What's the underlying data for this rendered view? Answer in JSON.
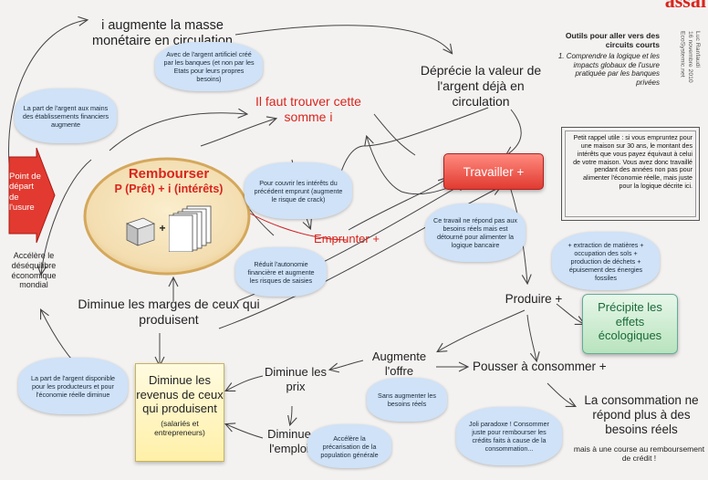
{
  "corner_text": "assai",
  "sidebar": {
    "title": "Outils pour aller vers des circuits courts",
    "subtitle": "1. Comprendre la logique et les impacts globaux de l'usure pratiquée par les banques privées",
    "credit": "Luc Ranfaudi\n16 novembre 2010\nEcoSystemic.net"
  },
  "reminder_note": "Petit rappel utile : si vous empruntez pour une maison sur 30 ans, le montant des intérêts que vous payez équivaut à celui de votre maison. Vous avez donc travaillé pendant des années non pas pour alimenter l'économie réelle, mais juste pour la logique décrite ici.",
  "start_arrow": "Point de départ de l'usure",
  "main_box": {
    "title": "Rembourser",
    "formula": "P (Prêt) + i (intérêts)",
    "plus": "+"
  },
  "nodes": {
    "augmente_masse": "i augmente la masse monétaire en circulation",
    "deprecie": "Déprécie la valeur de l'argent déjà en circulation",
    "trouver": "Il faut trouver cette somme i",
    "emprunter": "Emprunter +",
    "travailler": "Travailler +",
    "produire": "Produire +",
    "precipite": "Précipite les effets écologiques",
    "pousser": "Pousser à consommer +",
    "conso_line1": "La consommation ne répond plus à des besoins réels",
    "conso_line2": "mais à une course au remboursement de crédit !",
    "augmente_offre": "Augmente l'offre",
    "diminue_prix": "Diminue les prix",
    "diminue_emploi": "Diminue l'emploi",
    "diminue_marges": "Diminue les marges de ceux qui produisent",
    "revenus_title": "Diminue les revenus de ceux qui produisent",
    "revenus_sub": "(salariés et entrepreneurs)",
    "desequilibre": "Accélère le déséquilibre économique mondial"
  },
  "clouds": {
    "artificiel": "Avec de l'argent artificiel créé par les banques (et non par les Etats pour leurs propres besoins)",
    "part_mains": "La part de l'argent aux mains des établissements financiers augmente",
    "couvrir": "Pour couvrir les intérêts du précédent emprunt (augmente le risque de crack)",
    "autonomie": "Réduit l'autonomie financière et augmente les risques de saisies",
    "travail": "Ce travail ne répond pas aux besoins réels mais est détourné pour alimenter la logique bancaire",
    "extraction": "+ extraction de matières + occupation des sols + production de déchets + épuisement des énergies fossiles",
    "part_dispo": "La part de l'argent disponible pour les producteurs et pour l'économie réelle diminue",
    "sans_augmenter": "Sans augmenter les besoins réels",
    "precarisation": "Accélère la précarisation de la population générale",
    "paradoxe": "Joli paradoxe ! Consommer juste pour rembourser les crédits faits à cause de la consommation..."
  },
  "colors": {
    "accent_red": "#d8251d",
    "cloud_blue": "#cfe2f7",
    "travail_red": "#e8473f",
    "eco_green": "#1a6a39",
    "revenus_yellow": "#fff6c2"
  }
}
